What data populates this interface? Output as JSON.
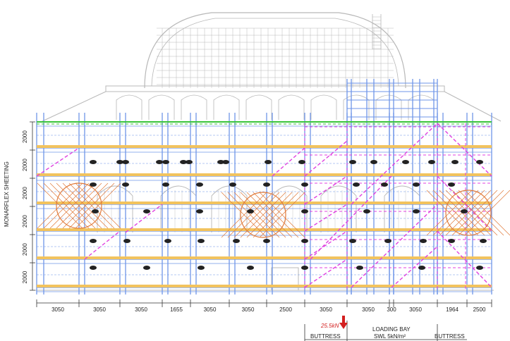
{
  "title": "",
  "side_label": "MONARFLEX SHEETING",
  "lift_heights": [
    "2000",
    "2000",
    "2000",
    "2000",
    "2000",
    "2000"
  ],
  "bay_widths": [
    "3050",
    "3050",
    "3050",
    "1655",
    "3050",
    "3050",
    "2500",
    "3050",
    "3050",
    "300",
    "3050",
    "1964",
    "2500"
  ],
  "load_label": "25.5kN",
  "loading_bay": {
    "line1": "LOADING BAY",
    "line2": "SWL 5kN/m²"
  },
  "buttress_labels": [
    "BUTTRESS",
    "BUTTRESS"
  ],
  "colors": {
    "building": "#b8b8b8",
    "scaffold": "#6f96e8",
    "deck": "#f2c35e",
    "brace": "#e040e0",
    "net": "#e07a3a",
    "top_rail": "#39c439",
    "ties": "#222222",
    "load_arrow": "#d32020"
  }
}
